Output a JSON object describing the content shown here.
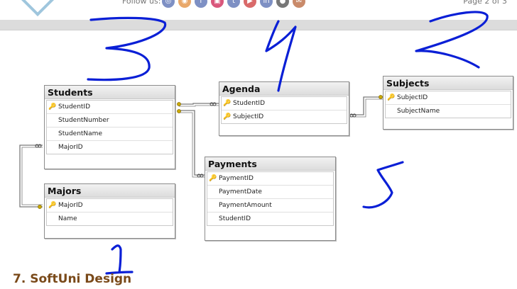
{
  "header": {
    "follow_label": "Follow us:",
    "page_indicator": "Page 2 of 3",
    "social_icons": [
      "web-icon",
      "sports-icon",
      "facebook-icon",
      "instagram-icon",
      "twitter-icon",
      "youtube-icon",
      "linkedin-icon",
      "github-icon",
      "email-icon"
    ]
  },
  "tables": {
    "students": {
      "title": "Students",
      "columns": [
        {
          "name": "StudentID",
          "key": true
        },
        {
          "name": "StudentNumber",
          "key": false
        },
        {
          "name": "StudentName",
          "key": false
        },
        {
          "name": "MajorID",
          "key": false
        }
      ]
    },
    "majors": {
      "title": "Majors",
      "columns": [
        {
          "name": "MajorID",
          "key": true
        },
        {
          "name": "Name",
          "key": false
        }
      ]
    },
    "agenda": {
      "title": "Agenda",
      "columns": [
        {
          "name": "StudentID",
          "key": true
        },
        {
          "name": "SubjectID",
          "key": true
        }
      ]
    },
    "payments": {
      "title": "Payments",
      "columns": [
        {
          "name": "PaymentID",
          "key": true
        },
        {
          "name": "PaymentDate",
          "key": false
        },
        {
          "name": "PaymentAmount",
          "key": false
        },
        {
          "name": "StudentID",
          "key": false
        }
      ]
    },
    "subjects": {
      "title": "Subjects",
      "columns": [
        {
          "name": "SubjectID",
          "key": true
        },
        {
          "name": "SubjectName",
          "key": false
        }
      ]
    }
  },
  "annotations": {
    "n1": "1",
    "n2": "2",
    "n3": "3",
    "n4": "4",
    "n5": "5"
  },
  "section_title": "7. SoftUni Design",
  "colors": {
    "ink": "#0a1fd6",
    "key": "#c9a800",
    "title": "#7a4a1a"
  }
}
